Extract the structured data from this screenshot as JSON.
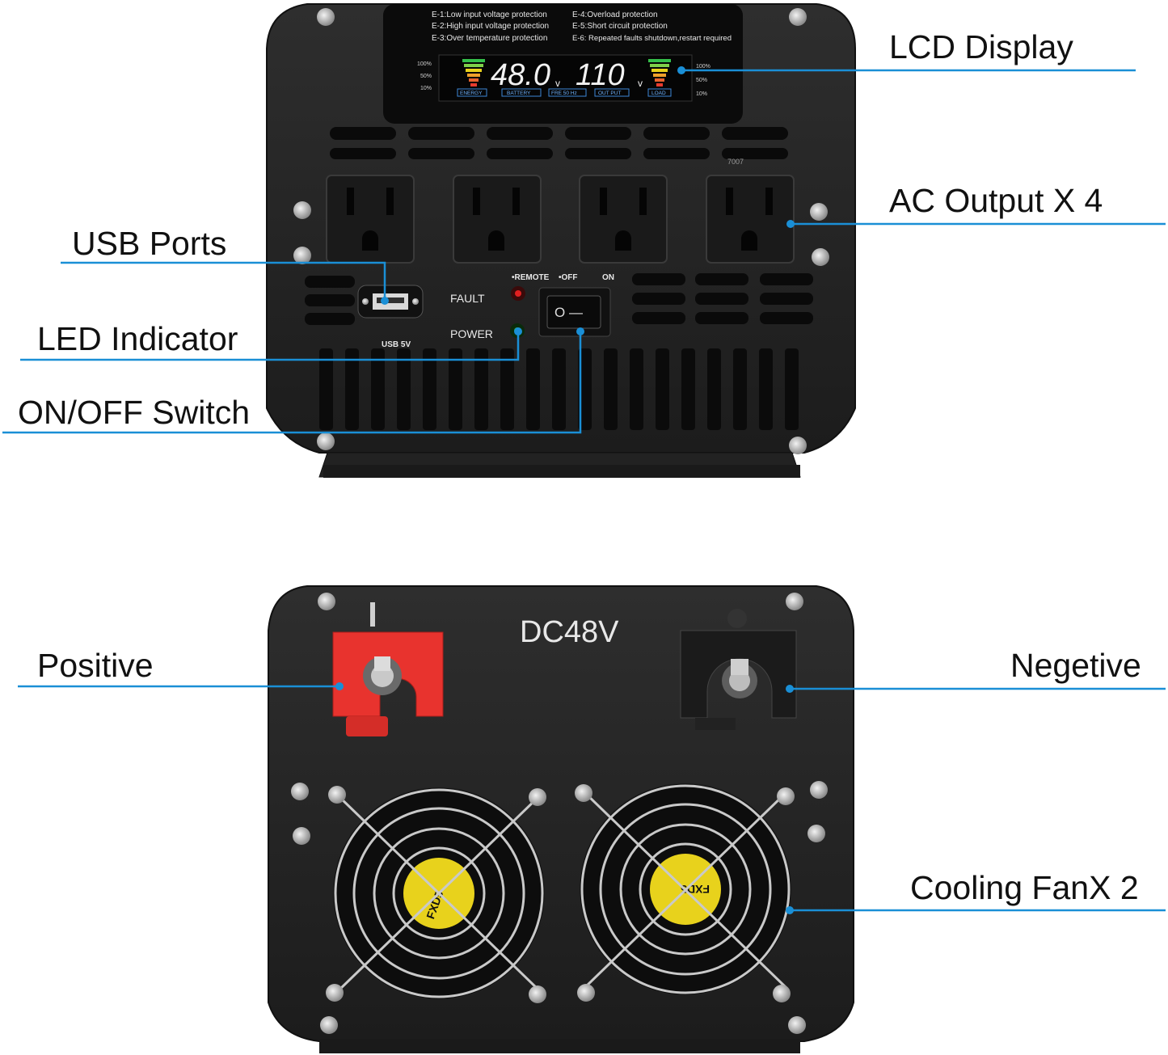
{
  "callouts": {
    "lcd_display": "LCD Display",
    "ac_output": "AC Output X 4",
    "usb_ports": "USB Ports",
    "led_indicator": "LED Indicator",
    "on_off_switch": "ON/OFF Switch",
    "positive": "Positive",
    "negative": "Negetive",
    "cooling_fan": "Cooling FanX 2"
  },
  "front_panel": {
    "error_codes": [
      "E-1:Low input voltage protection",
      "E-2:High input voltage protection",
      "E-3:Over temperature protection",
      "E-4:Overload protection",
      "E-5:Short circuit protection",
      "E-6: Repeated faults shutdown,restart required"
    ],
    "lcd": {
      "battery_voltage": "48.0",
      "battery_unit": "v",
      "output_voltage": "110",
      "output_unit": "v",
      "left_scale": [
        "100%",
        "50%",
        "10%"
      ],
      "right_scale": [
        "100%",
        "50%",
        "10%"
      ],
      "tags": [
        "ENERGY",
        "BATTERY",
        "FRE 50 Hz",
        "OUT PUT",
        "LOAD"
      ]
    },
    "usb_label": "USB 5V",
    "fault_label": "FAULT",
    "power_label": "POWER",
    "remote_label": "•REMOTE",
    "off_label": "•OFF",
    "on_label": "ON",
    "switch_symbols": "O —",
    "vent_marking": "7007"
  },
  "rear_panel": {
    "voltage_label": "DC48V",
    "fan_label": "FXD5"
  },
  "colors": {
    "callout_line": "#1a8fd6",
    "panel": "#262626",
    "positive_terminal": "#e8332e",
    "negative_terminal": "#1b1b1b",
    "fan_hub": "#e8d21c",
    "fault_led": "#e02020",
    "power_led": "#2fb83a"
  }
}
